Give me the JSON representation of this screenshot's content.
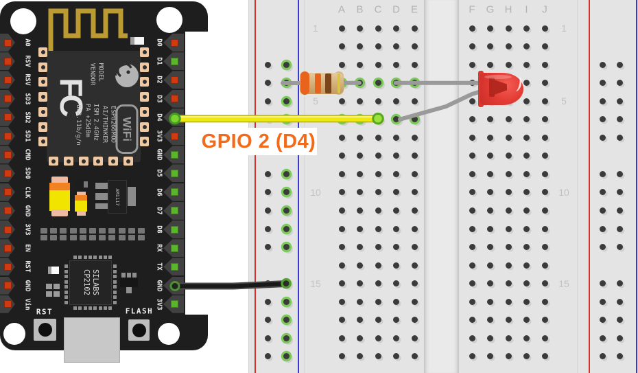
{
  "gpio_label": {
    "text": "GPIO 2 (D4)",
    "color": "#f26b1a"
  },
  "nodemcu": {
    "left_pins": [
      "A0",
      "RSV",
      "RSV",
      "SD3",
      "SD2",
      "SD1",
      "CMD",
      "SD0",
      "CLK",
      "GND",
      "3V3",
      "EN",
      "RST",
      "GND",
      "Vin"
    ],
    "right_pins": [
      {
        "label": "D0",
        "color": "red"
      },
      {
        "label": "D1",
        "color": "green"
      },
      {
        "label": "D2",
        "color": "red"
      },
      {
        "label": "D3",
        "color": "red"
      },
      {
        "label": "D4",
        "color": "green",
        "wire": "yellow"
      },
      {
        "label": "3V3",
        "color": "red"
      },
      {
        "label": "GND",
        "color": "green"
      },
      {
        "label": "D5",
        "color": "green"
      },
      {
        "label": "D6",
        "color": "green"
      },
      {
        "label": "D7",
        "color": "green"
      },
      {
        "label": "D8",
        "color": "green"
      },
      {
        "label": "RX",
        "color": "green"
      },
      {
        "label": "TX",
        "color": "green"
      },
      {
        "label": "GND",
        "color": "green",
        "wire": "black"
      },
      {
        "label": "3V3",
        "color": "green"
      }
    ],
    "module": {
      "fc_logo": "FC",
      "lines_1": [
        "MODEL",
        "VENDOR"
      ],
      "lines_2": [
        "ESP8266MOD",
        "AI/THINKER"
      ],
      "lines_3": [
        "ISM 2.4GHz",
        "PA +25dBm"
      ],
      "line_4": "802.11b/g/n",
      "wifi_logo": "WiFi"
    },
    "regulator_text": "AM1117",
    "usb_chip": [
      "SILABS",
      "CP2102"
    ],
    "rst_button": "RST",
    "flash_button": "FLASH"
  },
  "breadboard": {
    "left_column_headers": [
      "A",
      "B",
      "C",
      "D",
      "E"
    ],
    "right_column_headers": [
      "F",
      "G",
      "H",
      "I",
      "J"
    ],
    "row_numbers": [
      1,
      5,
      10,
      15
    ],
    "visible_rows": 19,
    "connected_left_half_rows": [
      4,
      6
    ],
    "connected_rail": "left rail, inner (blue) column"
  },
  "circuit": {
    "resistor": {
      "bands": [
        "orange",
        "orange",
        "brown",
        "gold"
      ]
    },
    "led": {
      "color": "red"
    },
    "yellow_wire": {
      "from": "NodeMCU pin D4",
      "to": "breadboard C6"
    },
    "black_wire": {
      "from": "NodeMCU pin GND",
      "to": "breadboard left rail row 15"
    }
  },
  "colors": {
    "pcb": "#1e1e1e",
    "pad": "#eec9a4",
    "pin_red": "#cf3a10",
    "pin_green": "#5ab52a",
    "antenna": "#bd9b33",
    "wire_yellow": "#efe90b",
    "wire_black": "#191919",
    "led_red": "#e23b34",
    "resistor_body": "#d8b584",
    "breadboard": "#e4e4e4",
    "rail_red": "#d23131",
    "rail_blue": "#3a3ac8",
    "hole": "#3b3b3b",
    "connected_green": "#7cc85a",
    "label_orange": "#f26b1a"
  }
}
